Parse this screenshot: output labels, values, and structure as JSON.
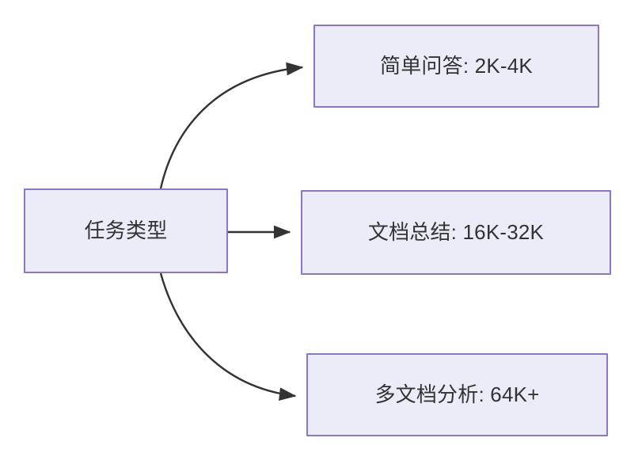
{
  "diagram": {
    "type": "flowchart",
    "direction": "left-to-right",
    "background_color": "#ffffff",
    "node_fill_color": "#ececf9",
    "node_border_color": "#8a75d4",
    "node_text_color": "#333333",
    "edge_color": "#333333",
    "source": {
      "id": "task-type",
      "label": "任务类型"
    },
    "targets": [
      {
        "id": "simple-qa",
        "label": "简单问答: 2K-4K"
      },
      {
        "id": "doc-summary",
        "label": "文档总结: 16K-32K"
      },
      {
        "id": "multi-doc-analysis",
        "label": "多文档分析: 64K+"
      }
    ],
    "edges": [
      {
        "id": "edge-to-simple-qa",
        "from": "任务类型",
        "to": "简单问答: 2K-4K",
        "style": "curved",
        "arrowhead": "filled-triangle"
      },
      {
        "id": "edge-to-doc-summary",
        "from": "任务类型",
        "to": "文档总结: 16K-32K",
        "style": "straight",
        "arrowhead": "filled-triangle"
      },
      {
        "id": "edge-to-multi-doc",
        "from": "任务类型",
        "to": "多文档分析: 64K+",
        "style": "curved",
        "arrowhead": "filled-triangle"
      }
    ]
  }
}
